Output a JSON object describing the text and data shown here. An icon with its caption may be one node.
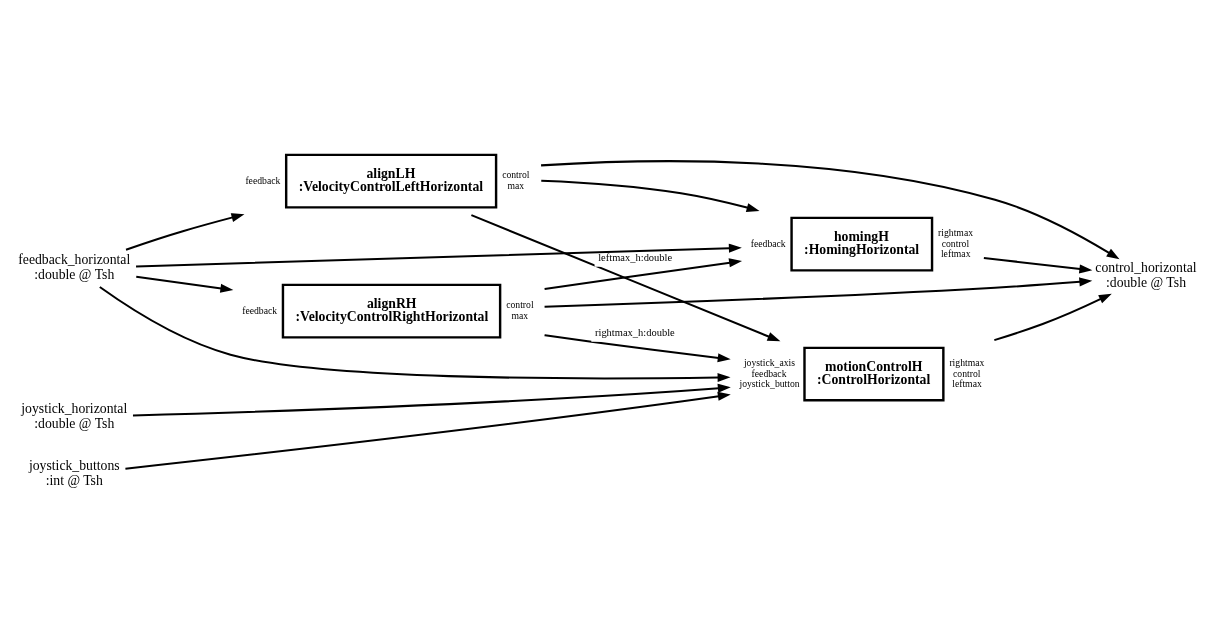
{
  "diagram": {
    "nodes": [
      {
        "text": [
          "alignLH",
          ":VelocityControlLeftHorizontal"
        ],
        "beside": [
          "feedback",
          "control",
          "max"
        ]
      },
      {
        "text": [
          "alignRH",
          ":VelocityControlRightHorizontal"
        ],
        "beside": [
          "feedback",
          "control",
          "max"
        ]
      },
      {
        "text": [
          "motionControlH",
          ":ControlHorizontal"
        ],
        "beside": [
          "joystick_axis",
          "feedback",
          "joystick_button",
          "rightmax",
          "control",
          "leftmax"
        ]
      },
      {
        "text": [
          "homingH",
          ":HomingHorizontal"
        ],
        "beside": [
          "feedback",
          "rightmax",
          "control",
          "leftmax"
        ]
      },
      {
        "text": [
          "feedback_horizontal",
          ":double @ Tsh"
        ]
      },
      {
        "text": [
          "joystick_horizontal",
          ":double @ Tsh"
        ]
      },
      {
        "text": [
          "joystick_buttons",
          ":int @ Tsh"
        ]
      },
      {
        "text": [
          "control_horizontal",
          ":double @ Tsh"
        ]
      }
    ],
    "edges": [
      {
        "from": 4,
        "to": 0,
        "arrow": "to"
      },
      {
        "from": 4,
        "to": 1,
        "arrow": "to"
      },
      {
        "from": 4,
        "to": 2,
        "arrow": "to"
      },
      {
        "from": 4,
        "to": 3,
        "arrow": "to"
      },
      {
        "from": 5,
        "to": 2,
        "arrow": "to"
      },
      {
        "from": 6,
        "to": 2,
        "arrow": "to"
      },
      {
        "from": 0,
        "to": 7,
        "arrow": "to"
      },
      {
        "from": 1,
        "to": 7,
        "arrow": "to"
      },
      {
        "from": 2,
        "to": 7,
        "arrow": "to"
      },
      {
        "from": 3,
        "to": 7,
        "arrow": "to"
      },
      {
        "from": 0,
        "to": 2,
        "arrow": "to",
        "label": "leftmax_h:double"
      },
      {
        "from": 0,
        "to": 3,
        "arrow": "to"
      },
      {
        "from": 1,
        "to": 2,
        "arrow": "to",
        "label": "rightmax_h:double"
      },
      {
        "from": 1,
        "to": 3,
        "arrow": "to"
      }
    ]
  }
}
